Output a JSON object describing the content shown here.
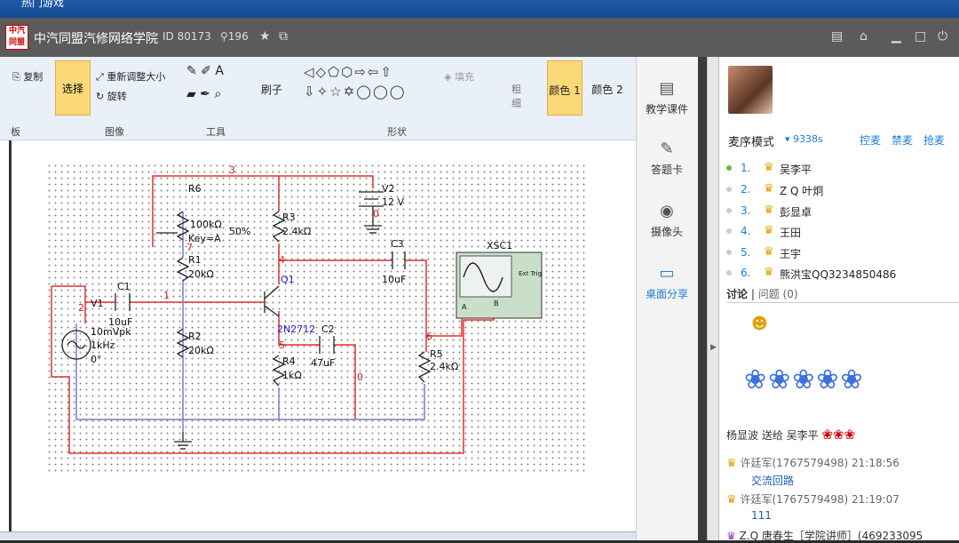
{
  "topstrip": {
    "text": "热门游戏"
  },
  "titlebar": {
    "logo_text": "中汽同盟",
    "app_name": "中汽同盟汽修网络学院",
    "room_id": "ID 80173",
    "user_count": "196"
  },
  "ribbon": {
    "copy": "复制",
    "resize": "重新调整大小",
    "rotate": "旋转",
    "select": "选择",
    "brush": "刷子",
    "fill": "填充",
    "thickness": "粗细",
    "color1": "颜色 1",
    "color2": "颜色 2",
    "group_clipboard": "板",
    "group_image": "图像",
    "group_tools": "工具",
    "group_shapes": "形状"
  },
  "circuit": {
    "node3": "3",
    "node7": "7",
    "node1": "1",
    "node2": "2",
    "node4": "4",
    "node5": "5",
    "node6": "6",
    "node0": "0",
    "node0b": "0",
    "r6": "R6",
    "r6val": "100kΩ",
    "r6key": "Key=A",
    "r6pct": "50%",
    "r1": "R1",
    "r1val": "20kΩ",
    "r2": "R2",
    "r2val": "20kΩ",
    "r3": "R3",
    "r3val": "2.4kΩ",
    "r4": "R4",
    "r4val": "1kΩ",
    "r5": "R5",
    "r5val": "2.4kΩ",
    "c1": "C1",
    "c1val": "10uF",
    "c2": "C2",
    "c2val": "47uF",
    "c3": "C3",
    "c3val": "10uF",
    "v1": "V1",
    "v1a": "10mVpk",
    "v1b": "1kHz",
    "v1c": "0°",
    "v2": "V2",
    "v2val": "12 V",
    "q1": "Q1",
    "q1model": "2N2712",
    "xsc1": "XSC1",
    "exttrig": "Ext Trig",
    "scope_a": "A",
    "scope_b": "B"
  },
  "midpanel": {
    "items": [
      {
        "label": "教学课件"
      },
      {
        "label": "答题卡"
      },
      {
        "label": "摄像头"
      },
      {
        "label": "桌面分享"
      }
    ]
  },
  "right": {
    "mic_mode": "麦序模式",
    "mic_time": "9338s",
    "grab_mic": "控麦",
    "ban_mic": "禁麦",
    "take_mic": "抢麦",
    "queue": [
      {
        "num": "1.",
        "name": "吴李平"
      },
      {
        "num": "2.",
        "name": "Z Q 叶炯"
      },
      {
        "num": "3.",
        "name": "彭显卓"
      },
      {
        "num": "4.",
        "name": "王田"
      },
      {
        "num": "5.",
        "name": "王宇"
      },
      {
        "num": "6.",
        "name": "熊洪宝QQ3234850486"
      }
    ],
    "tab_discuss": "讨论",
    "tab_question": "问题",
    "question_count": "(0)",
    "chat": {
      "gift_line": "杨显波 送给 吴李平",
      "msg1_user": "许廷军(1767579498) 21:18:56",
      "msg1_text": "交流回路",
      "msg2_user": "许廷军(1767579498) 21:19:07",
      "msg2_text": "111",
      "msg3_user": "Z.Q 唐春生［学院讲师］(469233095"
    }
  }
}
